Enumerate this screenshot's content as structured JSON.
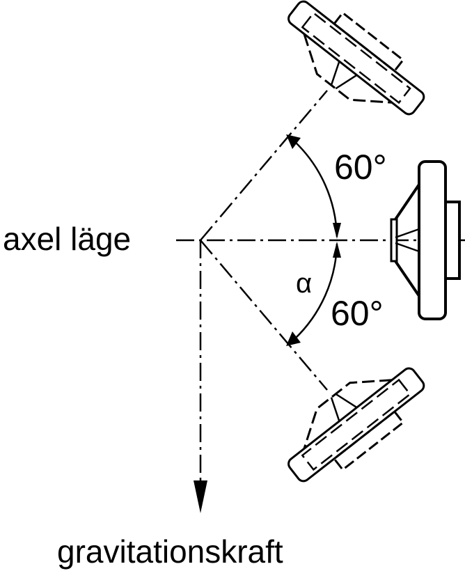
{
  "labels": {
    "axis_position": "axel läge",
    "gravity": "gravitationskraft",
    "angle_upper": "60°",
    "angle_lower": "60°",
    "alpha": "α"
  },
  "colors": {
    "ink": "#000000",
    "background": "#ffffff"
  }
}
